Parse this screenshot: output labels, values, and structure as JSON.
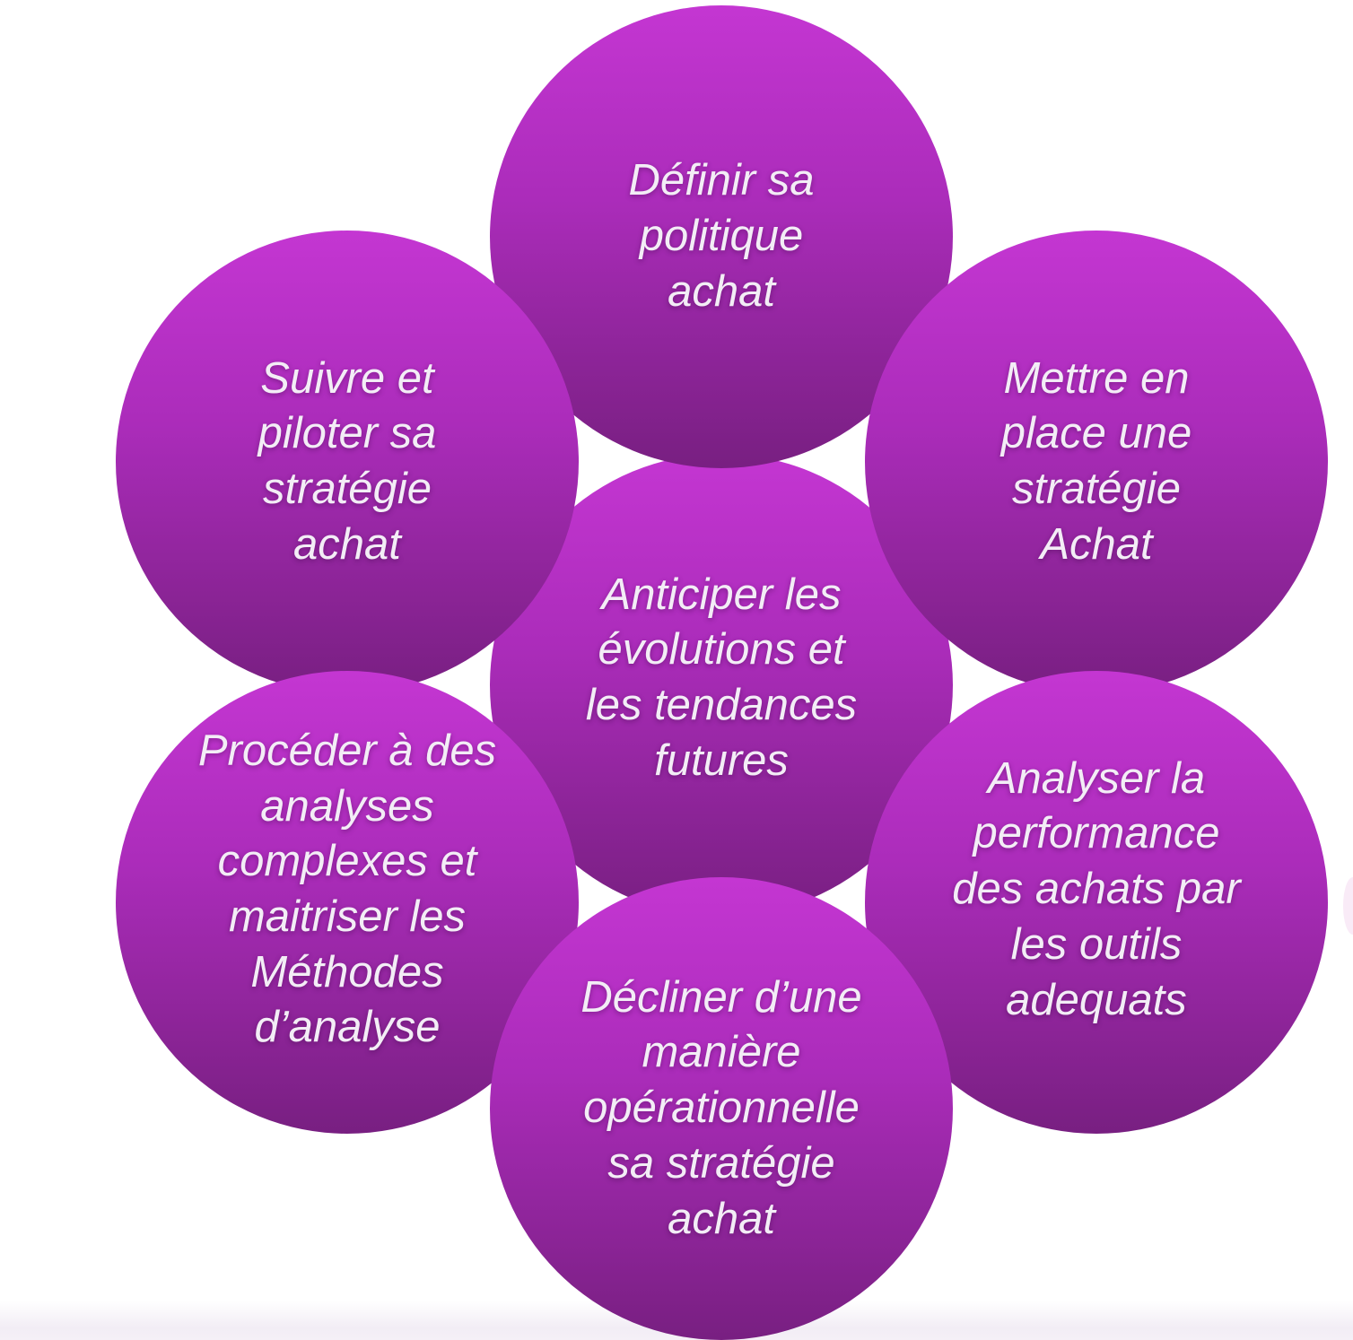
{
  "diagram": {
    "background_color": "#ffffff",
    "circle_gradient_top": "#c436d2",
    "circle_gradient_bottom": "#781f81",
    "text_color": "#f3edf6",
    "bottom_strip_color": "#f2edf5",
    "circles": {
      "top": {
        "lines": [
          "Définir sa",
          "politique",
          "achat"
        ]
      },
      "top_left": {
        "lines": [
          "Suivre et",
          "piloter sa",
          "stratégie",
          "achat"
        ]
      },
      "top_right": {
        "lines": [
          "Mettre en",
          "place une",
          "stratégie",
          "Achat"
        ]
      },
      "center": {
        "lines": [
          "Anticiper les",
          "évolutions et",
          "les tendances",
          "futures"
        ]
      },
      "bottom_left": {
        "lines": [
          "Procéder à des",
          "analyses",
          "complexes et",
          "maitriser les",
          "Méthodes",
          "d’analyse"
        ]
      },
      "bottom_right": {
        "lines": [
          "Analyser la",
          "performance",
          "des achats par",
          "les outils",
          "adequats"
        ]
      },
      "bottom": {
        "lines": [
          "Décliner d’une",
          "manière",
          "opérationnelle",
          "sa stratégie",
          "achat"
        ]
      }
    }
  }
}
